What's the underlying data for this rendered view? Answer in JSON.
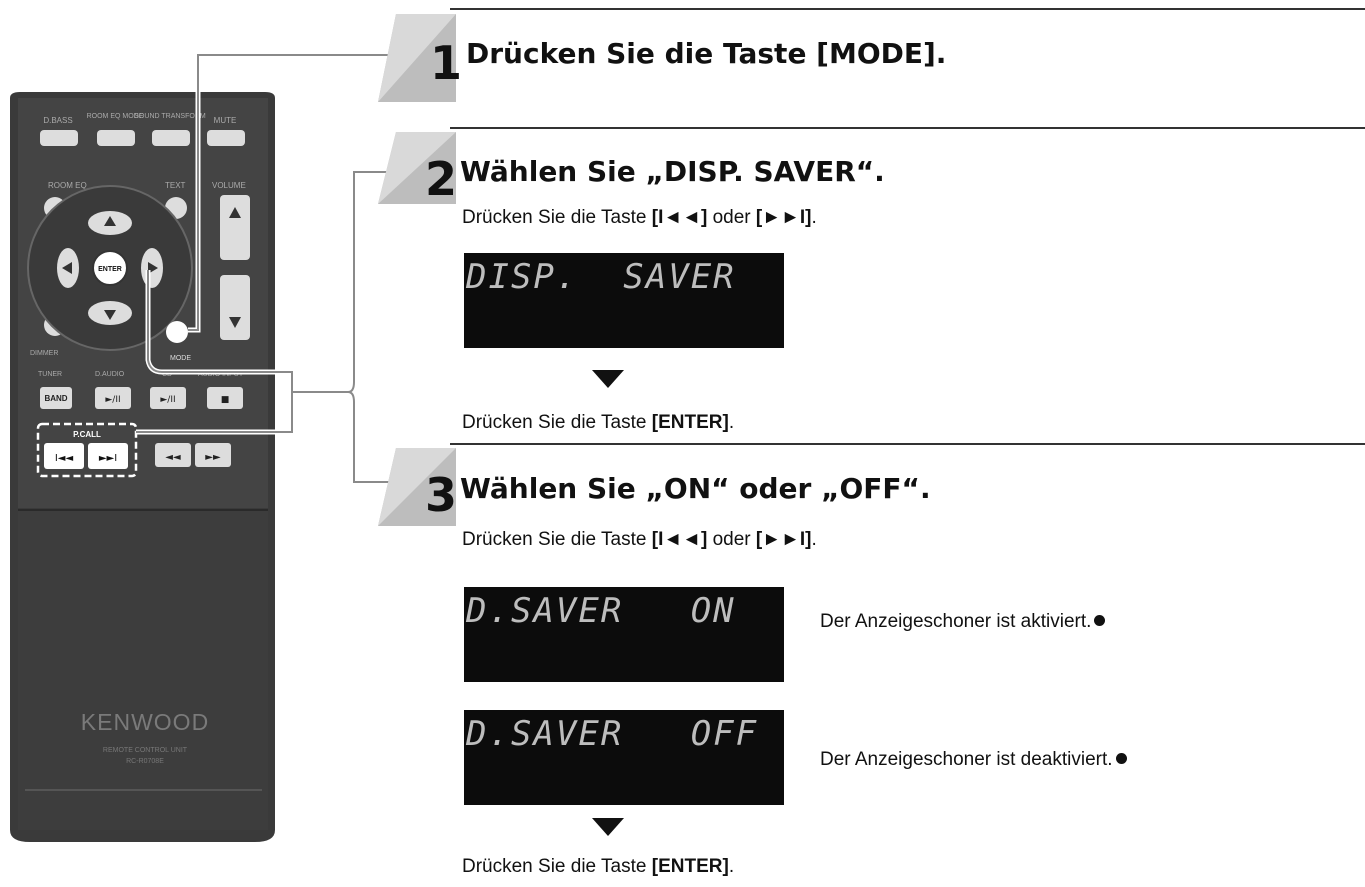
{
  "steps": [
    {
      "number": "1",
      "title": "Drücken Sie die Taste [MODE]."
    },
    {
      "number": "2",
      "title": "Wählen Sie „DISP. SAVER“.",
      "instruction_prefix": "Drücken Sie die Taste ",
      "instruction_key1": "[I◄◄]",
      "instruction_mid": " oder ",
      "instruction_key2": "[►►I]",
      "instruction_suffix": ".",
      "display": "DISP.  SAVER",
      "confirm_prefix": "Drücken Sie die Taste ",
      "confirm_key": "[ENTER]",
      "confirm_suffix": "."
    },
    {
      "number": "3",
      "title": "Wählen Sie „ON“ oder „OFF“.",
      "instruction_prefix": "Drücken Sie die Taste ",
      "instruction_key1": "[I◄◄]",
      "instruction_mid": " oder ",
      "instruction_key2": "[►►I]",
      "instruction_suffix": ".",
      "display_on": "D.SAVER   ON",
      "note_on": "Der Anzeigeschoner ist aktiviert.",
      "display_off": "D.SAVER   OFF",
      "note_off": "Der Anzeigeschoner ist deaktiviert.",
      "confirm_prefix": "Drücken Sie die Taste ",
      "confirm_key": "[ENTER]",
      "confirm_suffix": "."
    }
  ],
  "remote": {
    "brand": "KENWOOD",
    "model_line1": "REMOTE CONTROL UNIT",
    "model_line2": "RC-R0708E",
    "enter_label": "ENTER",
    "mode_label": "MODE",
    "band_label": "BAND",
    "pcall_label": "P.CALL",
    "play_label": "►/II",
    "stop_label": "■",
    "prev_label": "I◄◄",
    "next_label": "►►I",
    "rew_label": "◄◄",
    "ff_label": "►►",
    "top_labels": [
      "D.BASS",
      "ROOM EQ MODE",
      "SOUND TRANSFORM",
      "MUTE"
    ],
    "mid_labels": [
      "ROOM EQ",
      "TEXT",
      "VOLUME"
    ],
    "row_labels": [
      "TUNER",
      "D.AUDIO",
      "CD",
      "AUDIO INPUT"
    ],
    "dimmer_label": "DIMMER"
  }
}
